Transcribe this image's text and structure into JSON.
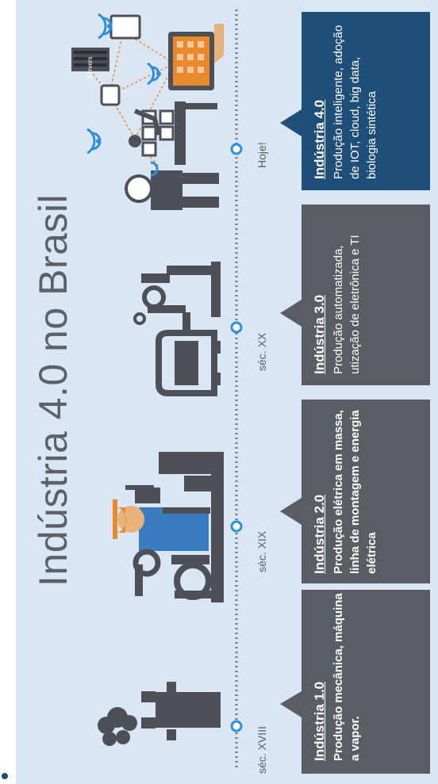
{
  "title": "Indústria 4.0 no Brasil",
  "colors": {
    "background": "#dbe6f4",
    "dark_box": "#5a5d63",
    "accent_box": "#1f4e79",
    "timeline_node": "#2f8fd6",
    "icon_gray": "#4d5057"
  },
  "stages": [
    {
      "era": "séc. XVIII",
      "heading": "Indústria 1.0",
      "body": "Produção mecânica, máquina a vapor.",
      "icon": "factory-smoke-icon"
    },
    {
      "era": "séc. XIX",
      "heading": "Indústria 2.0",
      "body": "Produção elétrica em massa, linha de montagem e energia elétrica",
      "icon": "assembly-worker-icon"
    },
    {
      "era": "séc. XX",
      "heading": "Indústria 3.0",
      "body": "Produção automatizada, utização de eletrônica e TI",
      "icon": "robot-arm-car-icon"
    },
    {
      "era": "Hoje!",
      "heading": "Indústria 4.0",
      "body": "Produção inteligente, adoção de IOT, cloud, big data, biologia sintética",
      "icon": "iot-network-icon"
    }
  ],
  "servers_label": "Servers"
}
